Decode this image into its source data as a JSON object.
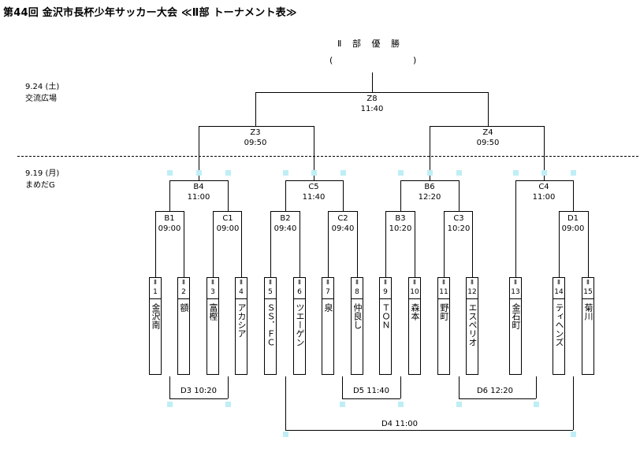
{
  "title": "第44回 金沢市長杯少年サッカー大会 ≪Ⅱ部 トーナメント表≫",
  "champion": {
    "label": "Ⅱ 部 優 勝",
    "paren_open": "(",
    "paren_close": ")"
  },
  "venues": [
    {
      "date": "9.24 (土)",
      "place": "交流広場"
    },
    {
      "date": "9.19 (月)",
      "place": "まめだG"
    }
  ],
  "matches": [
    {
      "id": "Z8",
      "time": "11:40"
    },
    {
      "id": "Z3",
      "time": "09:50"
    },
    {
      "id": "Z4",
      "time": "09:50"
    },
    {
      "id": "B4",
      "time": "11:00"
    },
    {
      "id": "C5",
      "time": "11:40"
    },
    {
      "id": "B6",
      "time": "12:20"
    },
    {
      "id": "C4",
      "time": "11:00"
    },
    {
      "id": "B1",
      "time": "09:00"
    },
    {
      "id": "C1",
      "time": "09:00"
    },
    {
      "id": "B2",
      "time": "09:40"
    },
    {
      "id": "C2",
      "time": "09:40"
    },
    {
      "id": "B3",
      "time": "10:20"
    },
    {
      "id": "C3",
      "time": "10:20"
    },
    {
      "id": "D1",
      "time": "09:00"
    }
  ],
  "teams": [
    {
      "div": "Ⅱ",
      "seed": "1",
      "name": "金沢南"
    },
    {
      "div": "Ⅱ",
      "seed": "2",
      "name": "額"
    },
    {
      "div": "Ⅱ",
      "seed": "3",
      "name": "富樫"
    },
    {
      "div": "Ⅱ",
      "seed": "4",
      "name": "アカシア"
    },
    {
      "div": "Ⅱ",
      "seed": "5",
      "name": "ＳＳ．ＦＣ"
    },
    {
      "div": "Ⅱ",
      "seed": "6",
      "name": "ツエーゲン"
    },
    {
      "div": "Ⅱ",
      "seed": "7",
      "name": "泉"
    },
    {
      "div": "Ⅱ",
      "seed": "8",
      "name": "仲良し"
    },
    {
      "div": "Ⅱ",
      "seed": "9",
      "name": "ＴＯＮ"
    },
    {
      "div": "Ⅱ",
      "seed": "10",
      "name": "森本"
    },
    {
      "div": "Ⅱ",
      "seed": "11",
      "name": "野町"
    },
    {
      "div": "Ⅱ",
      "seed": "12",
      "name": "エスペリオ"
    },
    {
      "div": "Ⅱ",
      "seed": "13",
      "name": "金石町"
    },
    {
      "div": "Ⅱ",
      "seed": "14",
      "name": "ティヘンズ"
    },
    {
      "div": "Ⅱ",
      "seed": "15",
      "name": "菊川"
    }
  ],
  "consolation": [
    {
      "label": "D3 10:20"
    },
    {
      "label": "D5 11:40"
    },
    {
      "label": "D6 12:20"
    },
    {
      "label": "D4 11:00"
    }
  ]
}
